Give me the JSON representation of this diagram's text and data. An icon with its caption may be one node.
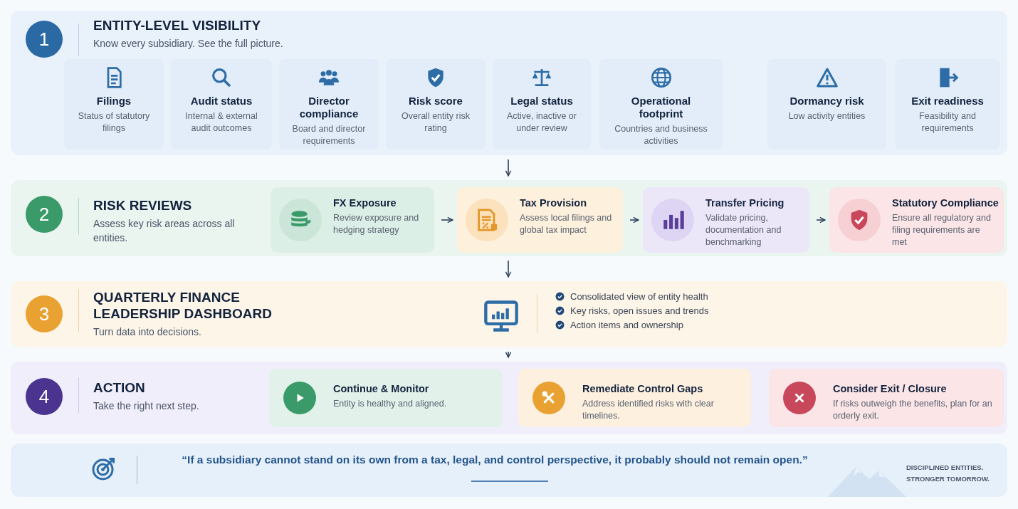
{
  "diagram": {
    "nodes": [
      {
        "text": [
          "ENTITY-LEVEL VISIBILITY",
          "Know every subsidiary. See the full picture."
        ]
      },
      {
        "text": [
          "1"
        ],
        "in": 0
      },
      {
        "text": [
          "Filings",
          "Status of statutory filings"
        ],
        "in": 0
      },
      {
        "text": [
          "Audit status",
          "Internal & external audit outcomes"
        ],
        "in": 0
      },
      {
        "text": [
          "Director compliance",
          "Board and director requirements"
        ],
        "in": 0
      },
      {
        "text": [
          "Risk score",
          "Overall entity risk rating"
        ],
        "in": 0
      },
      {
        "text": [
          "Legal status",
          "Active, inactive or under review"
        ],
        "in": 0
      },
      {
        "text": [
          "Operational footprint",
          "Countries and business activities"
        ],
        "in": 0
      },
      {
        "text": [
          "Dormancy risk",
          "Low activity entities"
        ],
        "in": 0
      },
      {
        "text": [
          "Exit readiness",
          "Feasibility and requirements"
        ],
        "in": 0
      },
      {
        "text": [
          "RISK REVIEWS",
          "Assess key risk areas across all entities."
        ]
      },
      {
        "text": [
          "2"
        ],
        "in": 10
      },
      {
        "text": [
          "FX Exposure",
          "Review exposure and hedging strategy"
        ],
        "in": 10
      },
      {
        "text": [
          "Tax Provision",
          "Assess local filings and global tax impact"
        ],
        "in": 10
      },
      {
        "text": [
          "Transfer Pricing",
          "Validate pricing, documentation and benchmarking"
        ],
        "in": 10
      },
      {
        "text": [
          "Statutory Compliance",
          "Ensure all regulatory and filing requirements are met"
        ],
        "in": 10
      },
      {
        "text": [
          "QUARTERLY FINANCE LEADERSHIP DASHBOARD",
          "Turn data into decisions.",
          "Consolidated view of entity health",
          "Key risks, open issues and trends",
          "Action items and ownership"
        ]
      },
      {
        "text": [
          "3"
        ],
        "in": 16
      },
      {
        "text": [
          "ACTION",
          "Take the right next step."
        ]
      },
      {
        "text": [
          "4"
        ],
        "in": 18
      },
      {
        "text": [
          "Continue & Monitor",
          "Entity is healthy and aligned."
        ],
        "in": 18
      },
      {
        "text": [
          "Remediate Control Gaps",
          "Address identified risks with clear timelines."
        ],
        "in": 18
      },
      {
        "text": [
          "Consider Exit / Closure",
          "If risks outweigh the benefits, plan for an orderly exit."
        ],
        "in": 18
      },
      {
        "text": [
          "“If a subsidiary cannot stand on its own from a tax, legal, and control perspective, it probably should not remain open.”",
          "DISCIPLINED ENTITIES. STRONGER TOMORROW."
        ]
      }
    ],
    "edges": [
      {
        "from": 0,
        "to": 10,
        "arrow": "to"
      },
      {
        "from": 12,
        "to": 13,
        "arrow": "to"
      },
      {
        "from": 13,
        "to": 14,
        "arrow": "to"
      },
      {
        "from": 14,
        "to": 15,
        "arrow": "to"
      },
      {
        "from": 10,
        "to": 16,
        "arrow": "to"
      },
      {
        "from": 16,
        "to": 18,
        "arrow": "to"
      }
    ]
  }
}
